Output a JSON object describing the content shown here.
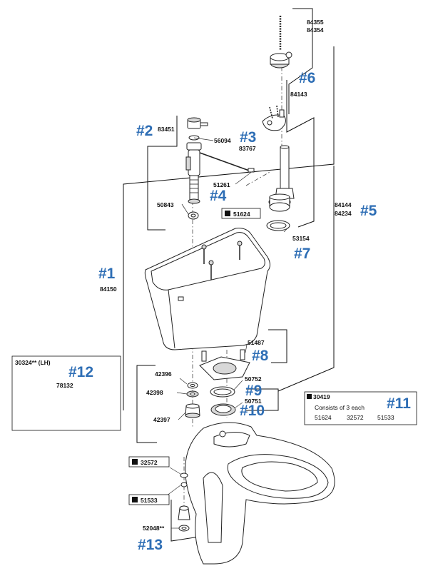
{
  "labels": {
    "p84355": "84355",
    "p84354": "84354",
    "p84143": "84143",
    "p83451": "83451",
    "p56094": "56094",
    "p83767": "83767",
    "p51261": "51261",
    "p50843": "50843",
    "p51624": "51624",
    "p53154": "53154",
    "p84144": "84144",
    "p84234": "84234",
    "p84150": "84150",
    "p51487": "51487",
    "p30324": "30324** (LH)",
    "p78132": "78132",
    "p42396": "42396",
    "p42398": "42398",
    "p42397": "42397",
    "p50752": "50752",
    "p50751": "50751",
    "p32572": "32572",
    "p51533": "51533",
    "p52048": "52048**"
  },
  "refs": {
    "r1": "#1",
    "r2": "#2",
    "r3": "#3",
    "r4": "#4",
    "r5": "#5",
    "r6": "#6",
    "r7": "#7",
    "r8": "#8",
    "r9": "#9",
    "r10": "#10",
    "r11": "#11",
    "r12": "#12",
    "r13": "#13"
  },
  "kit": {
    "number": "30419",
    "line1": "Consists of 3 each",
    "items": [
      "51624",
      "32572",
      "51533"
    ]
  },
  "colors": {
    "ref_blue": "#2e6eb5",
    "part_fill": "#ffffff",
    "shade": "#d8d8d8"
  }
}
